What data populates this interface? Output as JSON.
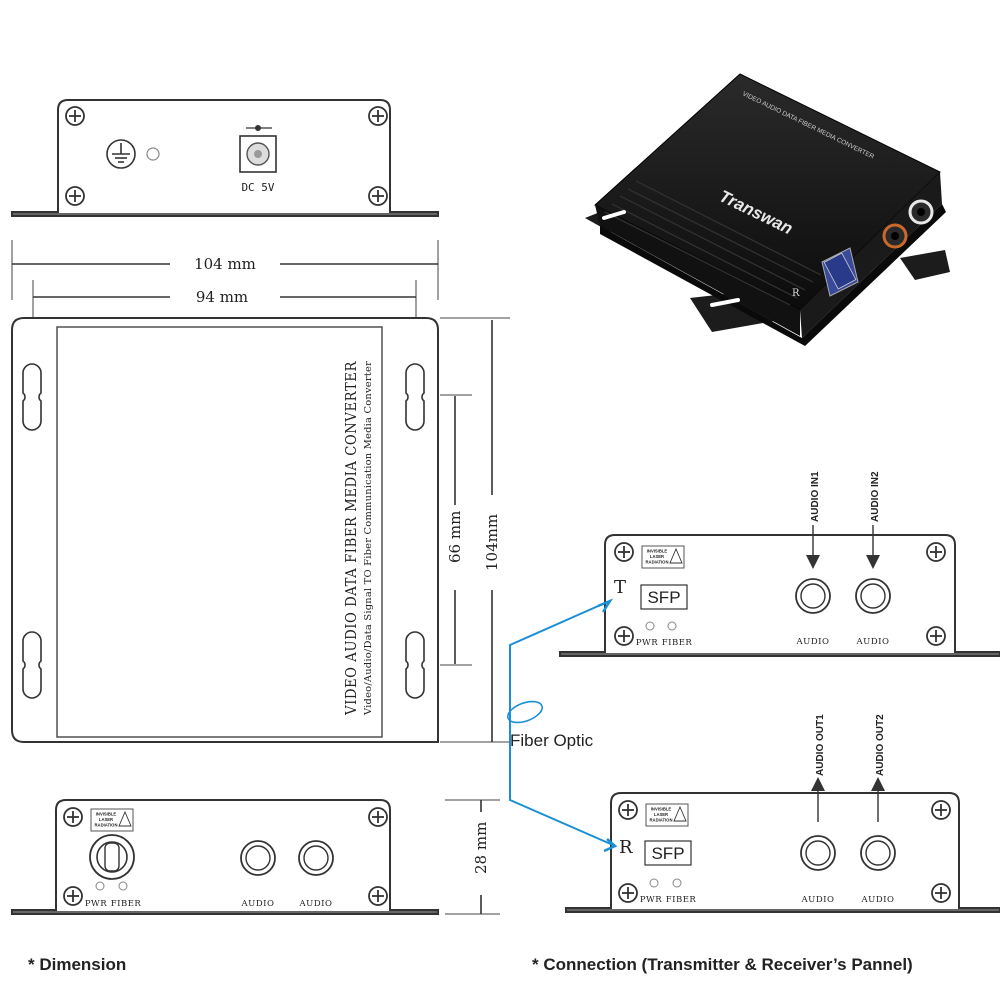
{
  "top_view": {
    "power_label": "DC 5V"
  },
  "dimensions": {
    "outer_width": "104 mm",
    "inner_width": "94 mm",
    "inner_height": "66 mm",
    "outer_height": "104mm",
    "depth": "28 mm"
  },
  "front_panel_label": {
    "title": "VIDEO AUDIO DATA FIBER MEDIA CONVERTER",
    "subtitle": "Video/Audio/Data Signal TO Fiber Communication Media Converter"
  },
  "product_photo": {
    "brand": "Transwan",
    "top_text": "VIDEO AUDIO DATA FIBER MEDIA CONVERTER",
    "port_letter": "R"
  },
  "warning_sticker": {
    "line1": "INVISIBLE",
    "line2": "LASER",
    "line3": "RADIATION"
  },
  "bottom_panel": {
    "led1": "PWR",
    "led2": "FIBER",
    "audio1": "AUDIO",
    "audio2": "AUDIO"
  },
  "transmitter": {
    "letter": "T",
    "sfp": "SFP",
    "led1": "PWR",
    "led2": "FIBER",
    "audio1": "AUDIO",
    "audio2": "AUDIO",
    "in1": "AUDIO IN1",
    "in2": "AUDIO IN2"
  },
  "receiver": {
    "letter": "R",
    "sfp": "SFP",
    "led1": "PWR",
    "led2": "FIBER",
    "audio1": "AUDIO",
    "audio2": "AUDIO",
    "out1": "AUDIO OUT1",
    "out2": "AUDIO OUT2"
  },
  "fiber_label": "Fiber Optic",
  "captions": {
    "left": "* Dimension",
    "right": "* Connection (Transmitter & Receiver’s Pannel)"
  },
  "colors": {
    "fiber": "#1a8fd6",
    "device_body": "#151515"
  }
}
